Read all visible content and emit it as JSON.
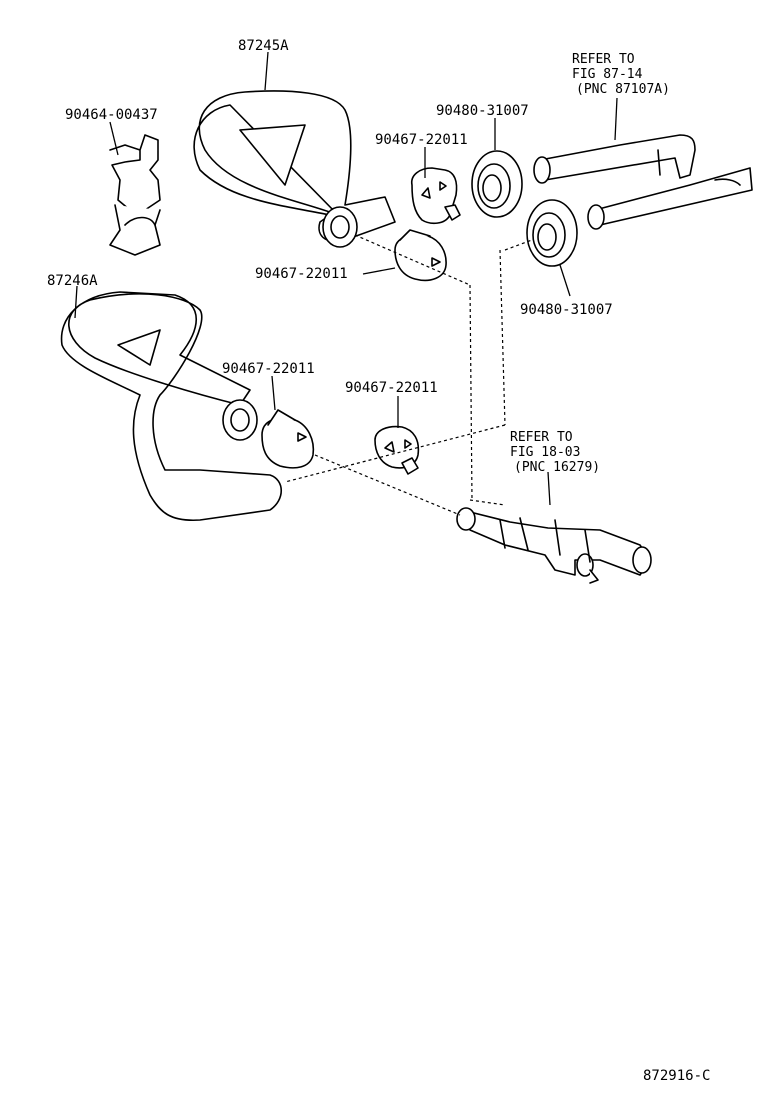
{
  "parts": {
    "hose_upper": "87245A",
    "hose_lower": "87246A",
    "clamp_clip": "90464-00437",
    "clamp_a": "90467-22011",
    "clamp_b": "90467-22011",
    "clamp_c": "90467-22011",
    "clamp_d": "90467-22011",
    "grommet_upper": "90480-31007",
    "grommet_lower": "90480-31007"
  },
  "refs": {
    "ref_top": [
      "REFER TO",
      "FIG 87-14",
      "(PNC 87107A)"
    ],
    "ref_bottom": [
      "REFER TO",
      "FIG 18-03",
      "(PNC 16279)"
    ]
  },
  "footer": {
    "figure_code": "872916-C"
  }
}
